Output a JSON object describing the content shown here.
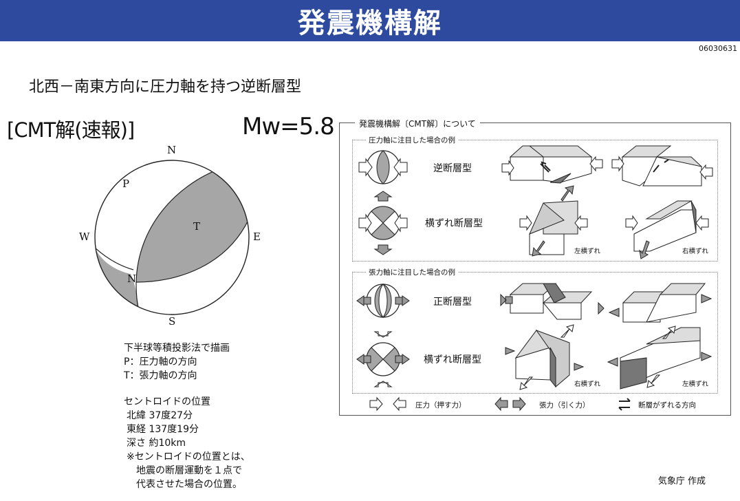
{
  "header": {
    "title": "発震機構解"
  },
  "doc_id": "06030631",
  "headline": "北西－南東方向に圧力軸を持つ逆断層型",
  "cmt_label": "[CMT解(速報)]",
  "magnitude": "Mw=5.8",
  "mechanism": {
    "compass": {
      "north": "N",
      "south": "S",
      "east": "E",
      "west": "W"
    },
    "p_label": "P",
    "t_label": "T",
    "null_label": "N"
  },
  "legend": {
    "line1": "下半球等積投影法で描画",
    "line2": "P：圧力軸の方向",
    "line3": "T：張力軸の方向"
  },
  "centroid": {
    "title": "セントロイドの位置",
    "lat": "北緯 37度27分",
    "lon": "東経 137度19分",
    "depth": "深さ 約10km",
    "note1": "※セントロイドの位置とは、",
    "note2": "地震の断層運動を１点で",
    "note3": "代表させた場合の位置。"
  },
  "panel": {
    "title": "発震機構解〔CMT解〕について",
    "pressure_group": {
      "title": "圧力軸に注目した場合の例",
      "reverse": "逆断層型",
      "strike_slip": "横ずれ断層型",
      "left_lateral": "左横ずれ",
      "right_lateral": "右横ずれ"
    },
    "tension_group": {
      "title": "張力軸に注目した場合の例",
      "normal": "正断層型",
      "strike_slip": "横ずれ断層型",
      "right_lateral_a": "右横ずれ",
      "right_lateral_b": "左横ずれ"
    },
    "footer": {
      "pressure": "圧力（押す力）",
      "tension": "張力（引く力）",
      "slip": "断層がずれる方向"
    }
  },
  "credit": "気象庁 作成",
  "colors": {
    "header": "#2e4a9e",
    "shade": "#a6a6a6",
    "dark_face": "#7a7a7a"
  }
}
